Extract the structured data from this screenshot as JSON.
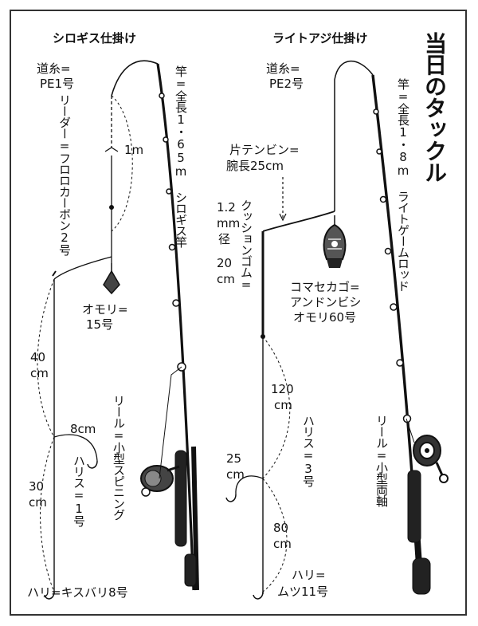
{
  "title": "当日のタックル",
  "left": {
    "heading": "シロギス仕掛け",
    "michi_ito": "道糸=",
    "michi_ito_val": "PE1号",
    "leader": "リーダー=フロロカーボン2号",
    "leader_len": "1m",
    "rod": "竿=全長1・65m シロギス竿",
    "sinker": "オモリ=",
    "sinker_val": "15号",
    "len_40": "40",
    "len_40_unit": "cm",
    "len_8": "8cm",
    "len_30": "30",
    "len_30_unit": "cm",
    "harisu": "ハリス=1号",
    "reel": "リール=小型スピニング",
    "hook": "ハリ=キスバリ8号"
  },
  "right": {
    "heading": "ライトアジ仕掛け",
    "michi_ito": "道糸=",
    "michi_ito_val": "PE2号",
    "rod": "竿=全長1・8m ライトゲームロッド",
    "tenbin": "片テンビン=",
    "tenbin_val": "腕長25cm",
    "cushion_dim_a": "1.2",
    "cushion_dim_b": "mm",
    "cushion_dim_c": "径",
    "cushion_dim_d": "20",
    "cushion_dim_e": "cm",
    "cushion": "クッションゴム=",
    "kago_1": "コマセカゴ=",
    "kago_2": "アンドンビシ",
    "kago_3": "オモリ60号",
    "len_120": "120",
    "len_120_unit": "cm",
    "harisu": "ハリス=3号",
    "reel": "リール=小型両軸",
    "len_25": "25",
    "len_25_unit": "cm",
    "len_80": "80",
    "len_80_unit": "cm",
    "hook_1": "ハリ=",
    "hook_2": "ムツ11号"
  }
}
